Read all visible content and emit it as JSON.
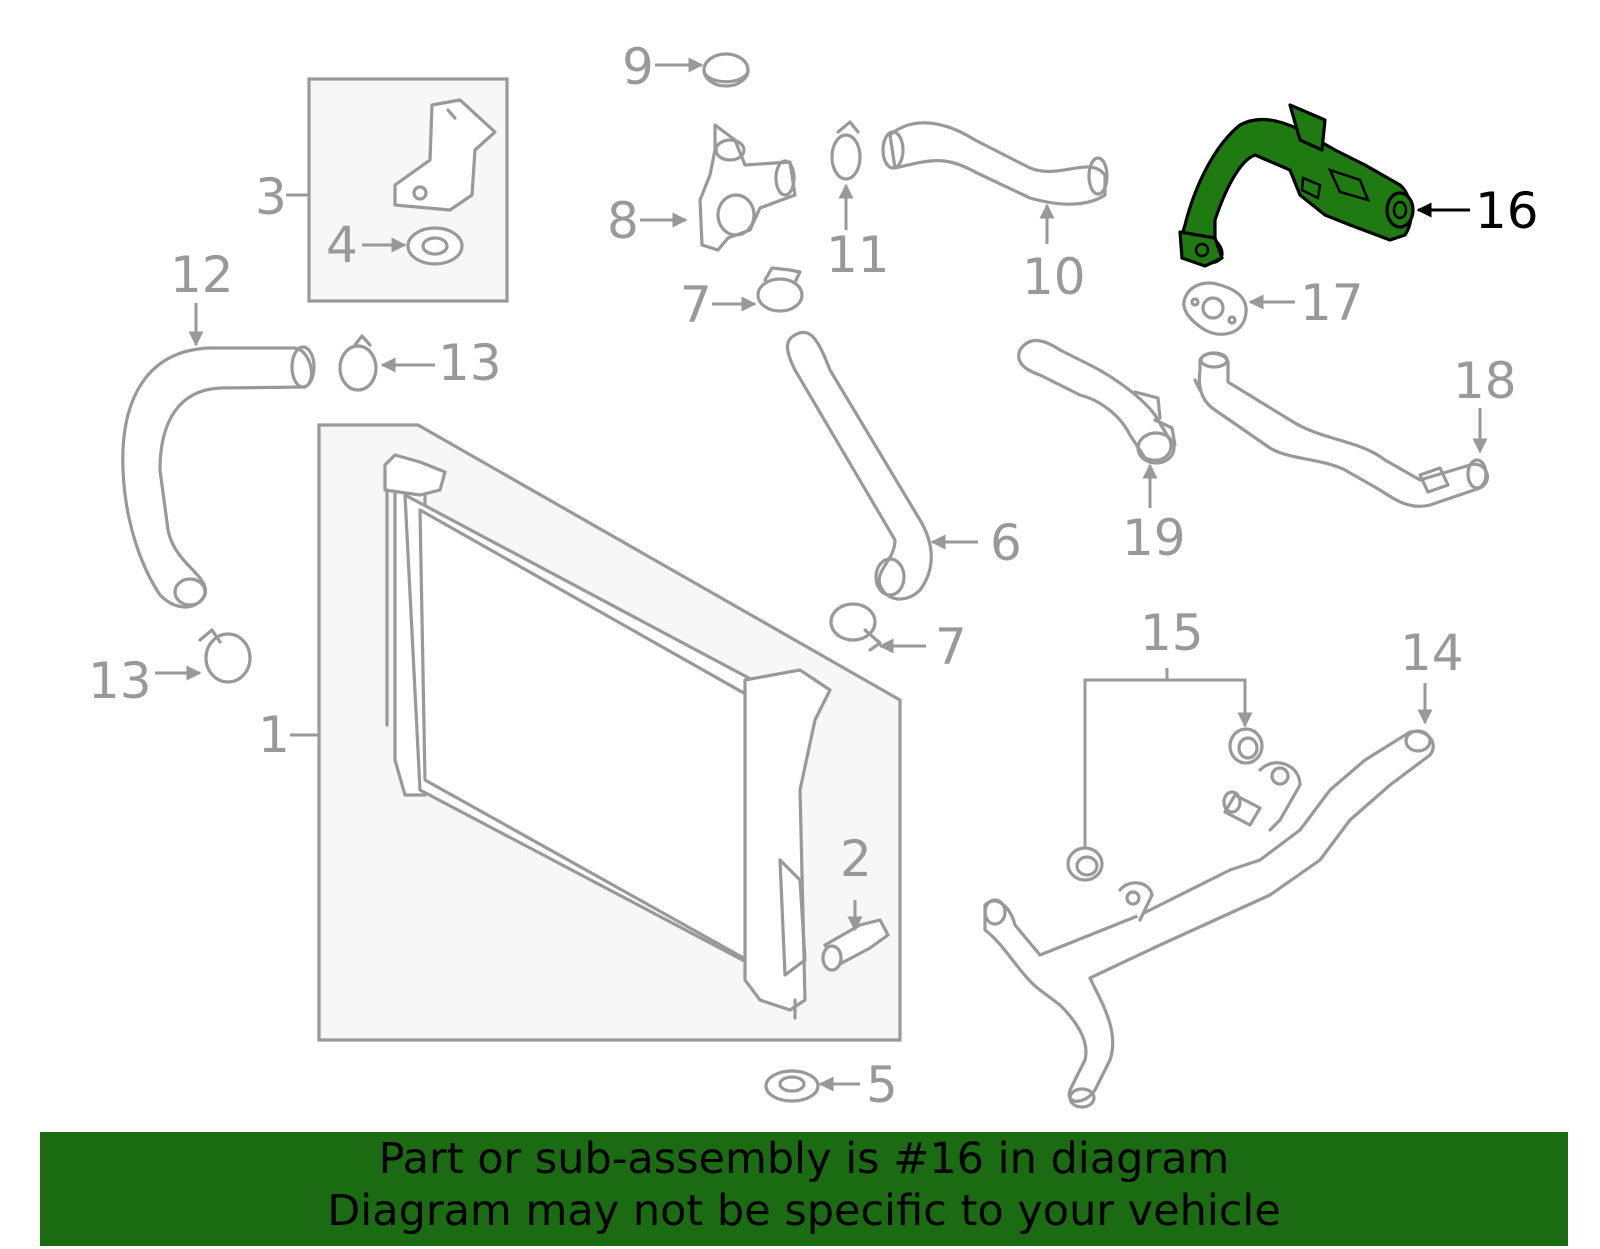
{
  "diagram": {
    "callouts": {
      "c1": "1",
      "c2": "2",
      "c3": "3",
      "c4": "4",
      "c5": "5",
      "c6": "6",
      "c7a": "7",
      "c7b": "7",
      "c8": "8",
      "c9": "9",
      "c10": "10",
      "c11": "11",
      "c12": "12",
      "c13a": "13",
      "c13b": "13",
      "c14": "14",
      "c15": "15",
      "c16": "16",
      "c17": "17",
      "c18": "18",
      "c19": "19"
    },
    "highlight_part": "16",
    "colors": {
      "line": "#999999",
      "highlight_fill": "#1f7a12",
      "highlight_outline": "#000000",
      "banner_bg": "#1a6b12",
      "box_bg": "#f7f7f7"
    }
  },
  "banner": {
    "line1": "Part or sub-assembly is #16 in diagram",
    "line2": "Diagram may not be specific to your vehicle"
  }
}
